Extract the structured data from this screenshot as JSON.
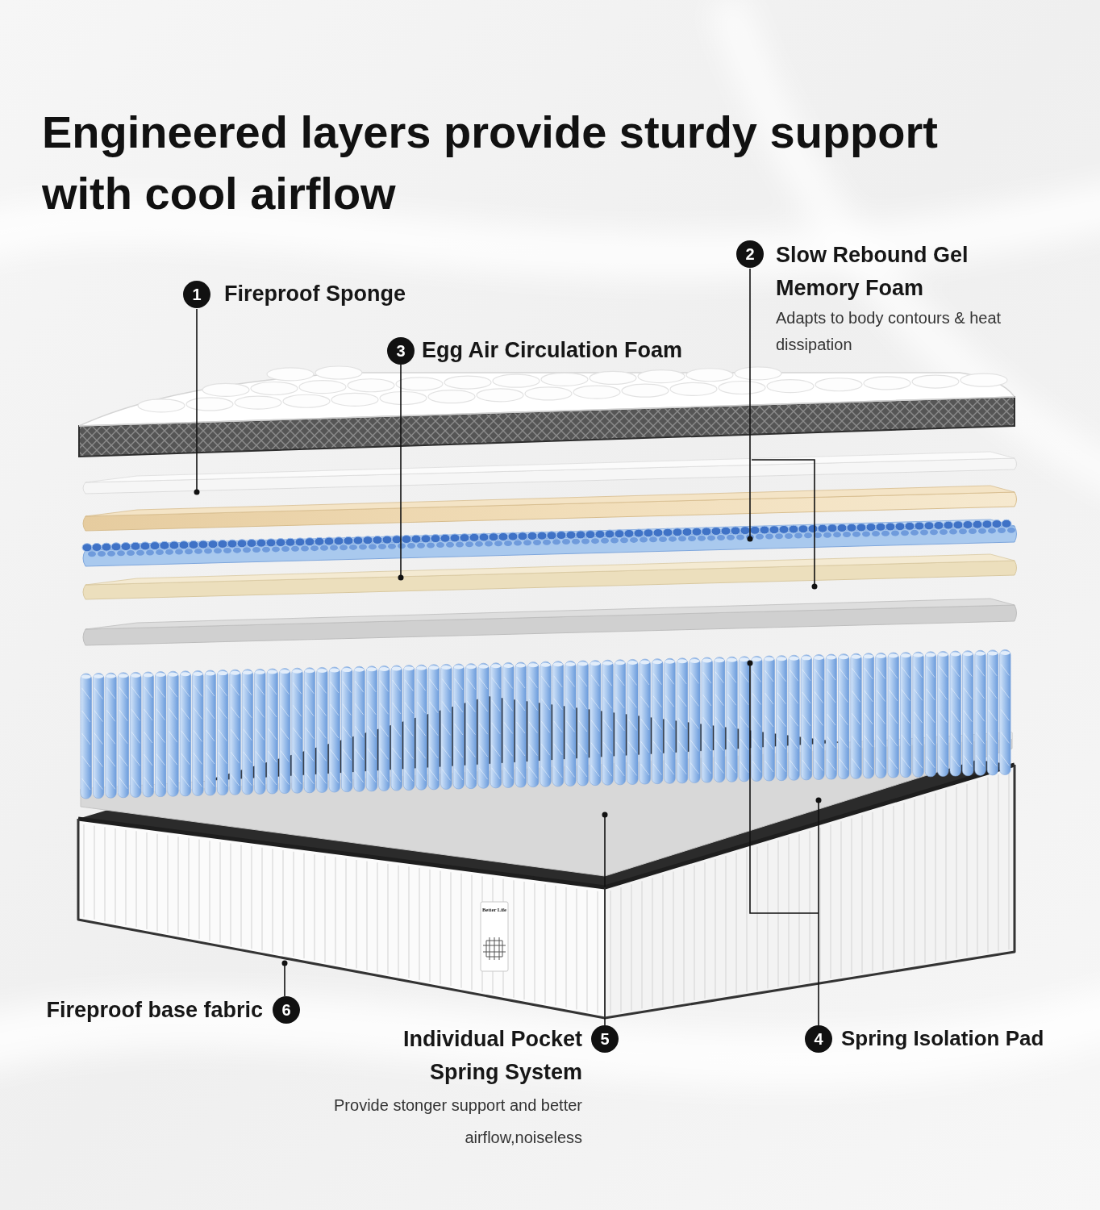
{
  "diagram": {
    "title": "Engineered layers provide sturdy support with cool airflow",
    "nodes": [
      {
        "text": [
          "1",
          "Fireproof Sponge"
        ]
      },
      {
        "text": [
          "2",
          "Slow Rebound Gel Memory Foam",
          "Adapts to body contours & heat dissipation"
        ]
      },
      {
        "text": [
          "3",
          "Egg Air Circulation Foam"
        ]
      },
      {
        "text": [
          "6",
          "Fireproof base fabric"
        ]
      },
      {
        "text": [
          "5",
          "Individual Pocket Spring System",
          "Provide stonger support and better airflow,noiseless"
        ]
      },
      {
        "text": [
          "4",
          "Spring Isolation Pad"
        ]
      }
    ],
    "labels": [
      "Better Life"
    ]
  }
}
